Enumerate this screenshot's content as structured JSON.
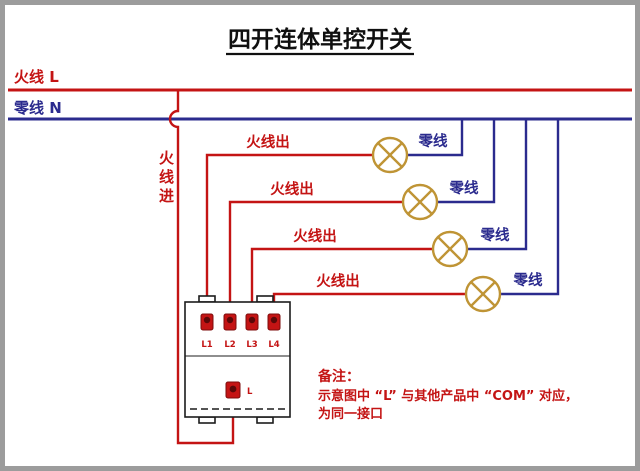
{
  "title": "四开连体单控开关",
  "wires": {
    "live_label": "火线 L",
    "neutral_label": "零线 N",
    "live_in_label": "火线进",
    "live_out_label": "火线出",
    "neutral_out_label": "零线"
  },
  "switch": {
    "terminals": [
      "L1",
      "L2",
      "L3",
      "L4"
    ],
    "com_label": "L"
  },
  "note": {
    "heading": "备注：",
    "line1": "示意图中 “L” 与其他产品中 “COM” 对应，",
    "line2": "为同一接口"
  },
  "colors": {
    "live": "#c41414",
    "neutral": "#2b2b8e",
    "lamp": "#bf9435",
    "frame": "#9c9c9c"
  }
}
